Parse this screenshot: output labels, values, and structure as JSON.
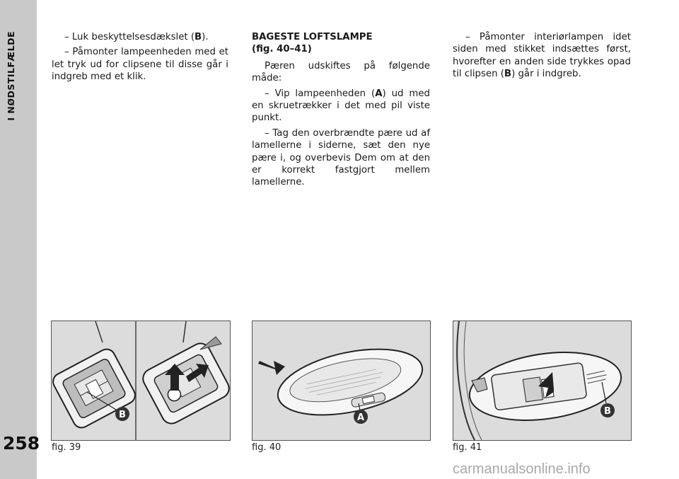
{
  "sidebar": {
    "section_label": "I NØDSTILFÆLDE",
    "page_number": "258"
  },
  "column1": {
    "paragraphs": [
      {
        "before": "– Luk beskyttelsesdækslet (",
        "bold": "B",
        "after": ")."
      },
      {
        "text": "– Påmonter lampeenheden med et let tryk ud for clipsene til disse går i indgreb med et klik."
      }
    ]
  },
  "column2": {
    "heading_line1": "BAGESTE LOFTSLAMPE",
    "heading_line2": "(fig. 40–41)",
    "paragraphs": [
      {
        "text": "Pæren udskiftes på følgende måde:"
      },
      {
        "before": "– Vip lampeenheden (",
        "bold": "A",
        "after": ") ud med en skruetrækker i det med pil viste punkt."
      },
      {
        "text": "– Tag den overbrændte pære ud af lamellerne i siderne, sæt den nye pære i, og overbevis Dem om at den er korrekt fastgjort mellem lamellerne."
      }
    ]
  },
  "column3": {
    "paragraphs": [
      {
        "before": "– Påmonter interiørlampen idet siden med stikket indsættes først, hvorefter en anden side trykkes opad til clipsen (",
        "bold": "B",
        "after": ") går i indgreb."
      }
    ]
  },
  "figures": [
    {
      "caption": "fig. 39",
      "marker": "B"
    },
    {
      "caption": "fig. 40",
      "marker": "A"
    },
    {
      "caption": "fig. 41",
      "marker": "B"
    }
  ],
  "watermark": "carmanualsonline.info",
  "colors": {
    "sidebar": "#c9c9c9",
    "figure_background": "#dcdcdc",
    "marker": "#333333"
  }
}
